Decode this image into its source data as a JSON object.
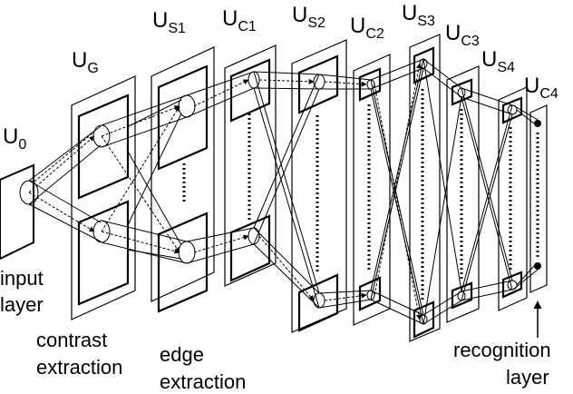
{
  "layers": [
    {
      "id": "u0",
      "main": "U",
      "sub": "0"
    },
    {
      "id": "ug",
      "main": "U",
      "sub": "G"
    },
    {
      "id": "us1",
      "main": "U",
      "sub": "S1"
    },
    {
      "id": "uc1",
      "main": "U",
      "sub": "C1"
    },
    {
      "id": "us2",
      "main": "U",
      "sub": "S2"
    },
    {
      "id": "uc2",
      "main": "U",
      "sub": "C2"
    },
    {
      "id": "us3",
      "main": "U",
      "sub": "S3"
    },
    {
      "id": "uc3",
      "main": "U",
      "sub": "C3"
    },
    {
      "id": "us4",
      "main": "U",
      "sub": "S4"
    },
    {
      "id": "uc4",
      "main": "U",
      "sub": "C4"
    }
  ],
  "captions": {
    "input": [
      "input",
      "layer"
    ],
    "contrast": [
      "contrast",
      "extraction"
    ],
    "edge": [
      "edge",
      "extraction"
    ],
    "recognition": [
      "recognition",
      "layer"
    ]
  }
}
